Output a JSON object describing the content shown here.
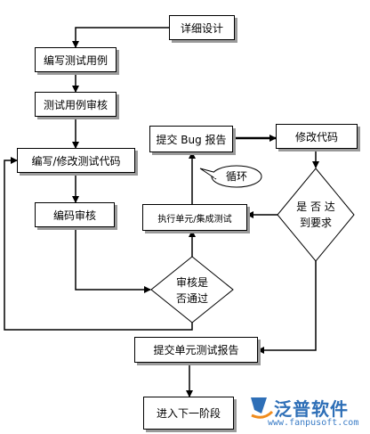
{
  "nodes": {
    "detail_design": "详细设计",
    "write_test_cases": "编写测试用例",
    "review_test_cases": "测试用例审核",
    "write_modify_test_code": "编写/修改测试代码",
    "code_review": "编码审核",
    "submit_bug_report": "提交 Bug 报告",
    "modify_code": "修改代码",
    "execute_unit_test": "执行单元/集成测试",
    "submit_unit_test_report": "提交单元测试报告",
    "enter_next_phase": "进入下一阶段"
  },
  "decisions": {
    "meets_requirements_line1": "是 否 达",
    "meets_requirements_line2": "到要求",
    "review_passed_line1": "审核是",
    "review_passed_line2": "否通过"
  },
  "callout": {
    "loop": "循环"
  },
  "watermark": {
    "brand": "泛普软件",
    "url": "www.fanpusoft.com"
  },
  "colors": {
    "line": "#000000",
    "shadow": "#9a9a9a",
    "logo_blue": "#2e6fb7",
    "logo_orange": "#f08c1e"
  }
}
